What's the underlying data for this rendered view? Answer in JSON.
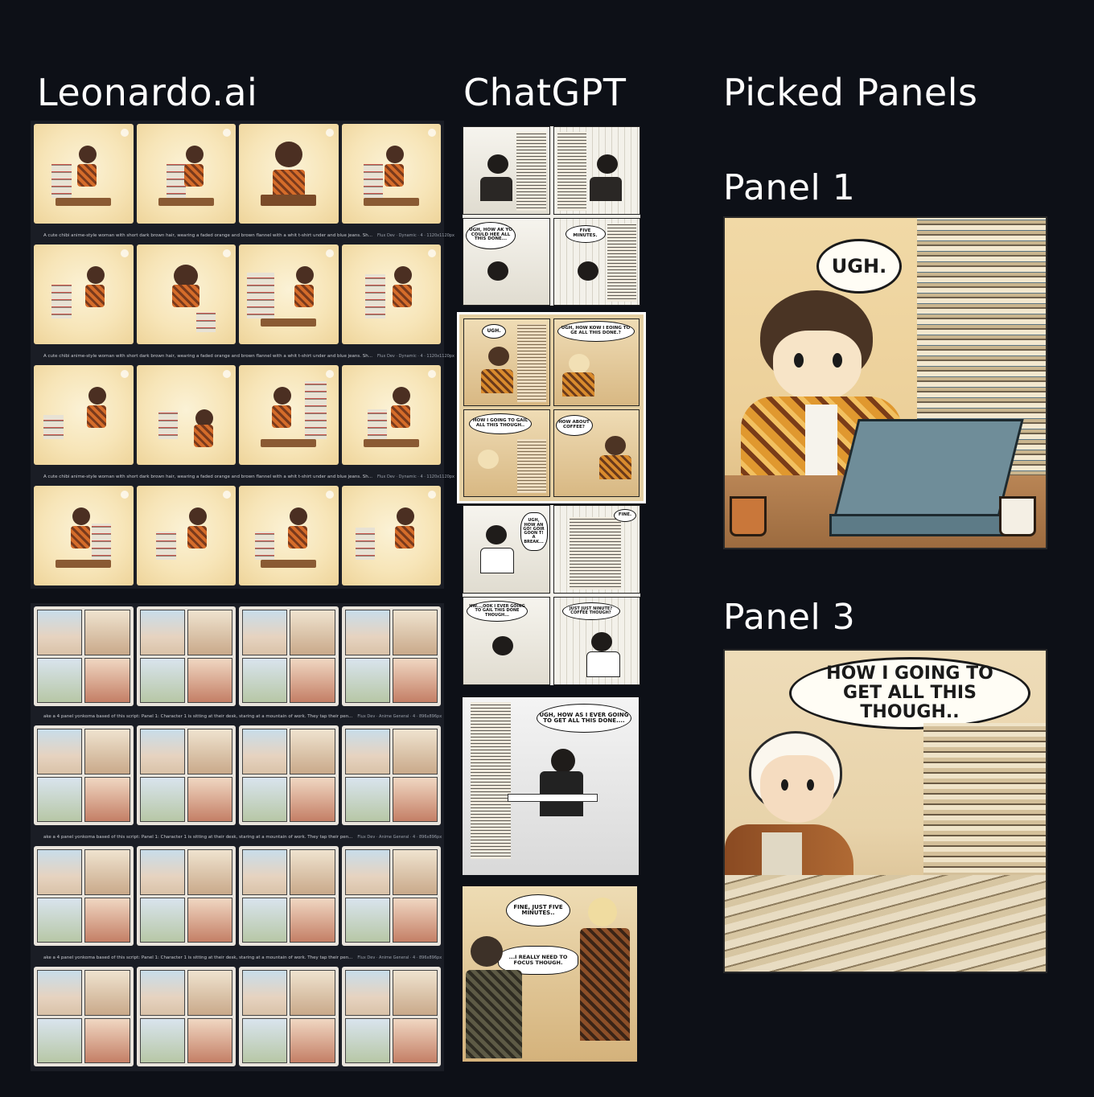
{
  "headings": {
    "leonardo": "Leonardo.ai",
    "chatgpt": "ChatGPT",
    "picked": "Picked Panels",
    "panel1": "Panel 1",
    "panel3": "Panel 3"
  },
  "leonardo_captions": {
    "chibi": "A cute chibi anime-style woman with short dark brown hair, wearing a faded orange and brown flannel with a whit t-shirt under and blue jeans. Sh...",
    "chibi_meta": "Flux Dev  ·  Dynamic  ·  4  ·  1120x1120px",
    "comic": "ake a 4 panel yonkoma based of this script: Panel 1: Character 1 is sitting at their desk, staring at a mountain of work. They tap their pen...",
    "comic_meta": "Flux Dev  ·  Anime General  ·  4  ·  896x896px"
  },
  "chatgpt_bubbles": {
    "a1": "UGH, HOW AK YO COULD HEE ALL THIS DONE...",
    "a2": "FIVE MINUTES.",
    "b1": "UGH.",
    "b2": "UGH, HOW KOW I EOING TO GE ALL THIS DONE.?",
    "b3": "HOW I GOING TO GAIL ALL THIS THOUGH..",
    "b4": "HOW ABOUT COFFEE?",
    "c1": "UGH, HOW AN GO! GOIR GOON T! A BREAK...",
    "c2": "FINE.",
    "c3": "HW...,OOK I EVER GOING TO GAIL THIS DONE THOUGH...",
    "c4": "JUST JUST NINUTE? COFFEE THOUGH?",
    "d1": "UGH, HOW AS I EVER GOING TO GET ALL THIS DONE....",
    "e1": "FINE, JUST FIVE MINUTES..",
    "e2": "...I REALLY NEED TO FOCUS THOUGH."
  },
  "picked_bubbles": {
    "panel1": "UGH.",
    "panel3": "HOW I GOING TO GET ALL THIS THOUGH.."
  },
  "colors": {
    "background": "#0d1017",
    "flannel_orange": "#d98b2d",
    "selected_outline": "#ffffff"
  }
}
